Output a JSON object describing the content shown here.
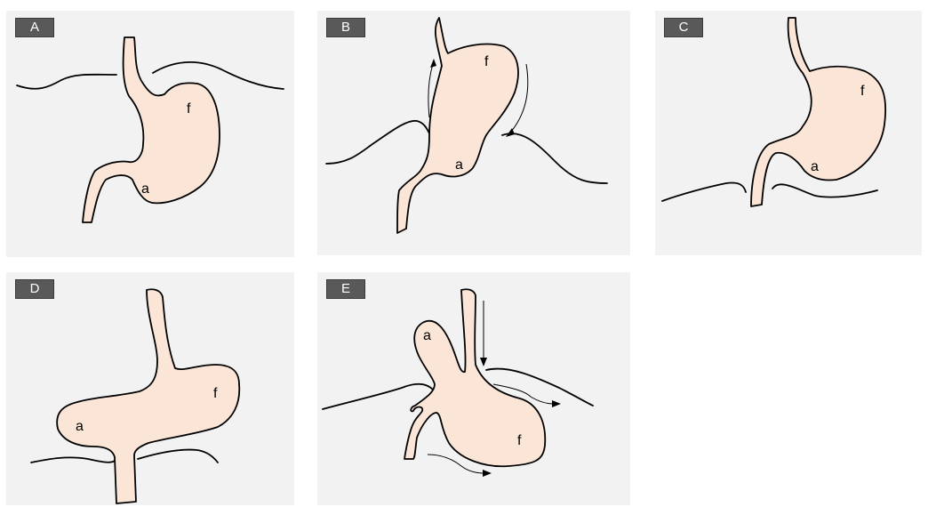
{
  "colors": {
    "panel_bg": "#f2f2f2",
    "tag_bg": "#595959",
    "tag_text": "#ffffff",
    "organ_fill": "#fbe5d6",
    "outline": "#000000"
  },
  "panels": [
    {
      "label": "A",
      "fundus": "f",
      "antrum": "a"
    },
    {
      "label": "B",
      "fundus": "f",
      "antrum": "a"
    },
    {
      "label": "C",
      "fundus": "f",
      "antrum": "a"
    },
    {
      "label": "D",
      "fundus": "f",
      "antrum": "a"
    },
    {
      "label": "E",
      "fundus": "f",
      "antrum": "a"
    }
  ]
}
